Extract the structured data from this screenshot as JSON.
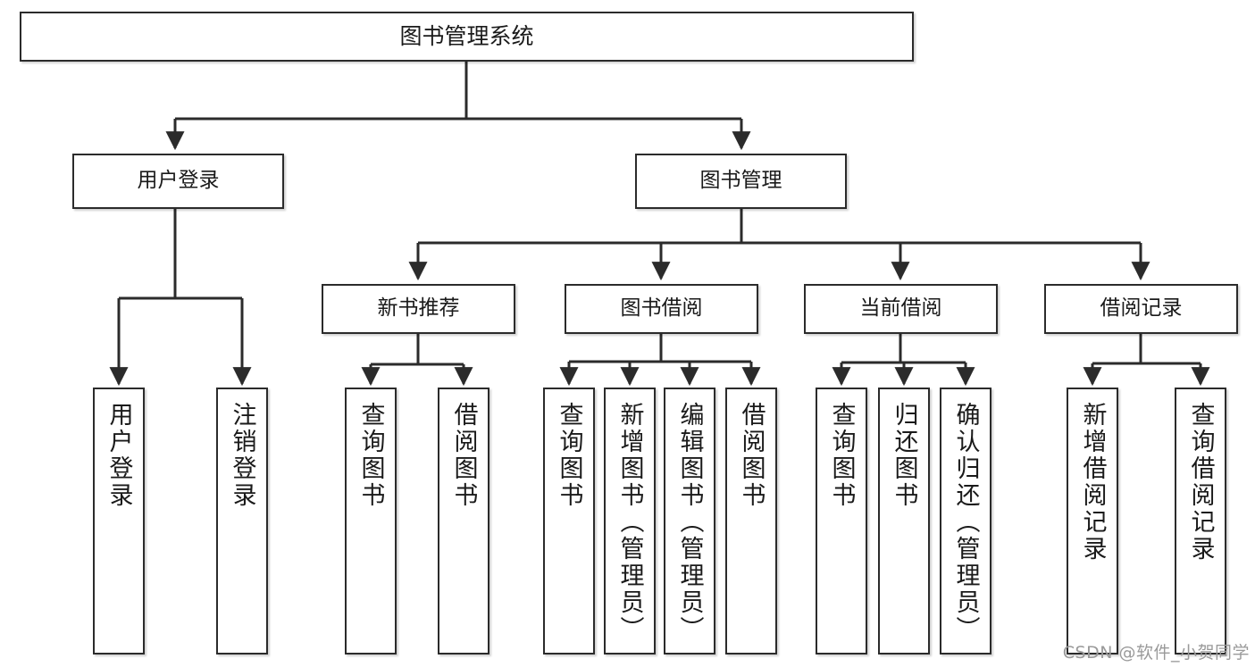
{
  "diagram": {
    "title": "图书管理系统",
    "type": "tree-hierarchy",
    "orientation": "top-down",
    "edge_style": "orthogonal-elbow-with-arrowheads",
    "colors": {
      "node_border": "#2b2b2b",
      "node_fill": "#ffffff",
      "edge": "#2b2b2b",
      "text": "#1a1a1a",
      "watermark": "#9a9a9a",
      "background": "#ffffff"
    }
  },
  "root": {
    "id": "root",
    "label": "图书管理系统"
  },
  "level1": [
    {
      "id": "user-login",
      "label": "用户登录"
    },
    {
      "id": "book-manage",
      "label": "图书管理"
    }
  ],
  "level2": [
    {
      "id": "new-book-rec",
      "label": "新书推荐",
      "parent": "book-manage"
    },
    {
      "id": "book-borrow",
      "label": "图书借阅",
      "parent": "book-manage"
    },
    {
      "id": "current-borrow",
      "label": "当前借阅",
      "parent": "book-manage"
    },
    {
      "id": "borrow-record",
      "label": "借阅记录",
      "parent": "book-manage"
    }
  ],
  "leaves": [
    {
      "id": "leaf-user-login",
      "label": "用户登录",
      "parent": "user-login"
    },
    {
      "id": "leaf-logout-login",
      "label": "注销登录",
      "parent": "user-login"
    },
    {
      "id": "leaf-query-book-1",
      "label": "查询图书",
      "parent": "new-book-rec"
    },
    {
      "id": "leaf-borrow-book-1",
      "label": "借阅图书",
      "parent": "new-book-rec"
    },
    {
      "id": "leaf-query-book-2",
      "label": "查询图书",
      "parent": "book-borrow"
    },
    {
      "id": "leaf-add-book",
      "label": "新增图书（管理员）",
      "parent": "book-borrow"
    },
    {
      "id": "leaf-edit-book",
      "label": "编辑图书（管理员）",
      "parent": "book-borrow"
    },
    {
      "id": "leaf-borrow-book-2",
      "label": "借阅图书",
      "parent": "book-borrow"
    },
    {
      "id": "leaf-query-book-3",
      "label": "查询图书",
      "parent": "current-borrow"
    },
    {
      "id": "leaf-return-book",
      "label": "归还图书",
      "parent": "current-borrow"
    },
    {
      "id": "leaf-confirm-return",
      "label": "确认归还（管理员）",
      "parent": "current-borrow"
    },
    {
      "id": "leaf-add-record",
      "label": "新增借阅记录",
      "parent": "borrow-record"
    },
    {
      "id": "leaf-query-record",
      "label": "查询借阅记录",
      "parent": "borrow-record"
    }
  ],
  "watermark": {
    "text": "CSDN @软件_小贺同学"
  }
}
